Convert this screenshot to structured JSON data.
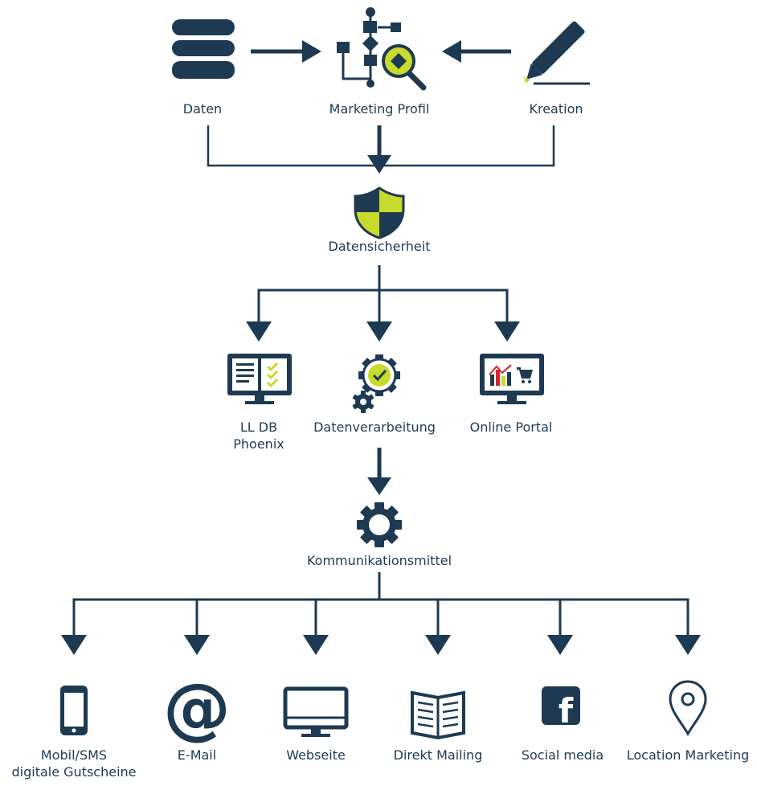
{
  "colors": {
    "navy": "#1d3a52",
    "accent": "#c8da2b"
  },
  "nodes": {
    "daten": {
      "label": "Daten",
      "icon": "database-icon"
    },
    "marketing_profil": {
      "label": "Marketing Profil",
      "icon": "flowchart-search-icon"
    },
    "kreation": {
      "label": "Kreation",
      "icon": "pen-icon"
    },
    "datensicherheit": {
      "label": "Datensicherheit",
      "icon": "shield-icon"
    },
    "ll_db": {
      "line1": "LL DB",
      "line2": "Phoenix",
      "icon": "monitor-checklist-icon"
    },
    "datenverarbeitung": {
      "label": "Datenverarbeitung",
      "icon": "gears-check-icon"
    },
    "online_portal": {
      "label": "Online Portal",
      "icon": "monitor-chart-cart-icon"
    },
    "kommunikationsmittel": {
      "label": "Kommunikationsmittel",
      "icon": "gear-icon"
    }
  },
  "channels": [
    {
      "line1": "Mobil/SMS",
      "line2": "digitale Gutscheine",
      "icon": "smartphone-icon"
    },
    {
      "line1": "E-Mail",
      "icon": "at-sign-icon"
    },
    {
      "line1": "Webseite",
      "icon": "desktop-icon"
    },
    {
      "line1": "Direkt Mailing",
      "icon": "newspaper-icon"
    },
    {
      "line1": "Social media",
      "icon": "facebook-icon"
    },
    {
      "line1": "Location Marketing",
      "icon": "map-pin-icon"
    }
  ]
}
